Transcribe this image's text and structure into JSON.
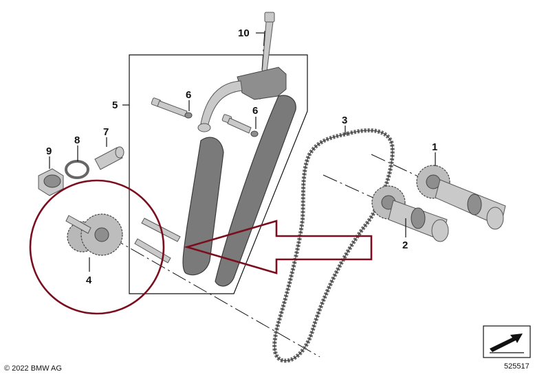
{
  "callouts": {
    "c1": "1",
    "c2": "2",
    "c3": "3",
    "c4": "4",
    "c5": "5",
    "c6a": "6",
    "c6b": "6",
    "c7": "7",
    "c8": "8",
    "c9": "9",
    "c10": "10"
  },
  "footer": {
    "copyright": "© 2022 BMW AG",
    "image_number": "525517"
  },
  "colors": {
    "highlight": "#7a0e1e",
    "ink": "#111111"
  }
}
